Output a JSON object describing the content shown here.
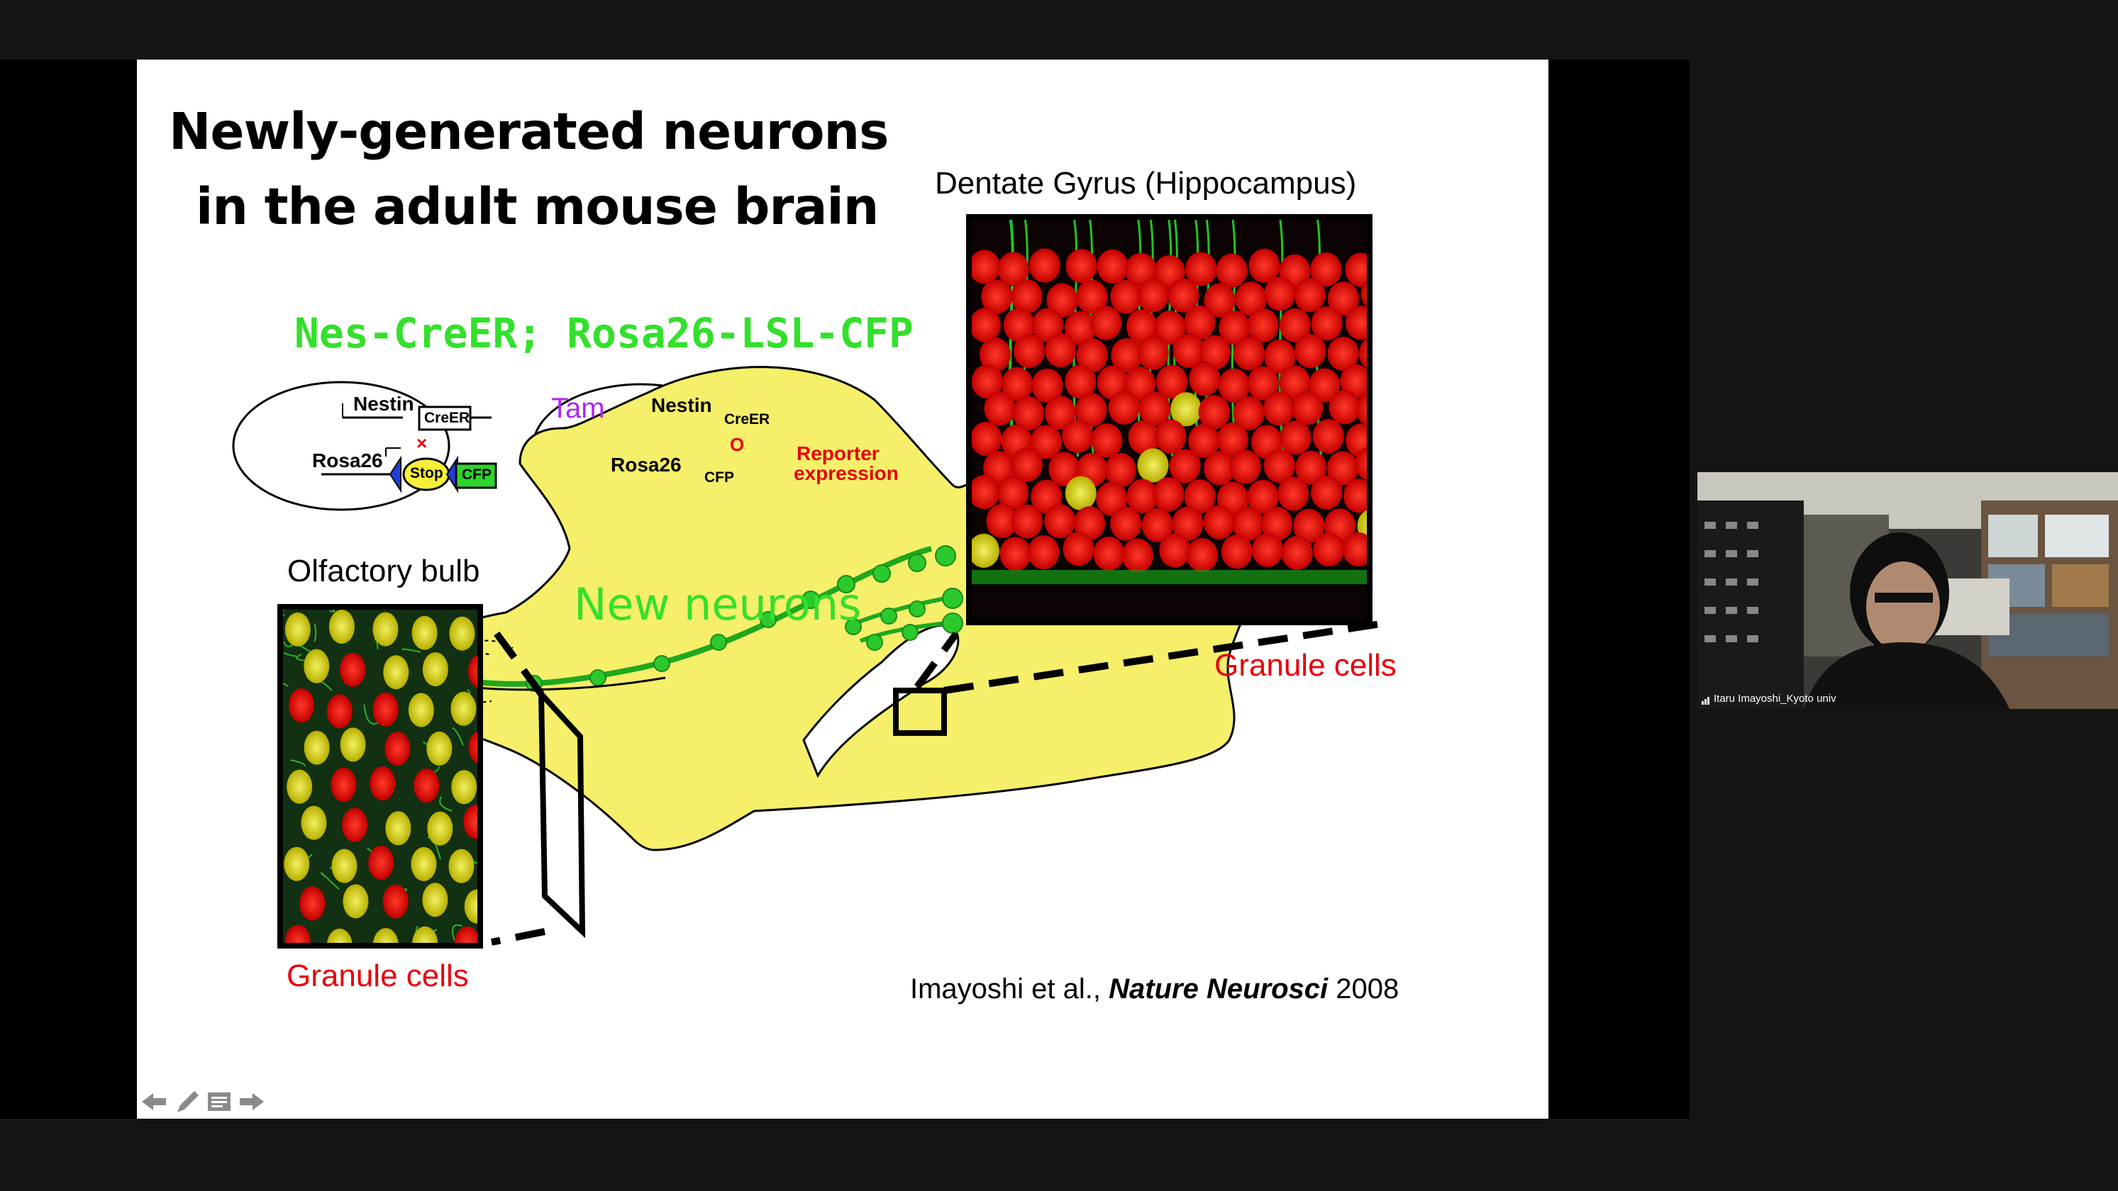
{
  "slide": {
    "title_line1": "Newly-generated neurons",
    "title_line2": "in the adult mouse brain",
    "genotype": "Nes-CreER; Rosa26-LSL-CFP",
    "diagram": {
      "nestin": "Nestin",
      "creer": "CreER",
      "rosa26": "Rosa26",
      "stop": "Stop",
      "cfp": "CFP",
      "tam": "Tam",
      "x_mark": "×",
      "o_mark": "O",
      "reporter": "Reporter",
      "expression": "expression"
    },
    "dentate_label": "Dentate Gyrus (Hippocampus)",
    "olfactory_label": "Olfactory bulb",
    "new_neurons": "New neurons",
    "granule_cells_dg": "Granule cells",
    "granule_cells_ob": "Granule cells",
    "citation_authors": "Imayoshi et al., ",
    "citation_journal": "Nature Neurosci",
    "citation_year": " 2008"
  },
  "webcam": {
    "participant_name": "Itaru Imayoshi_Kyoto univ"
  },
  "colors": {
    "green": "#33e02b",
    "red": "#e8000b",
    "yellow": "#f5ef6a",
    "purple": "#b025f0"
  }
}
